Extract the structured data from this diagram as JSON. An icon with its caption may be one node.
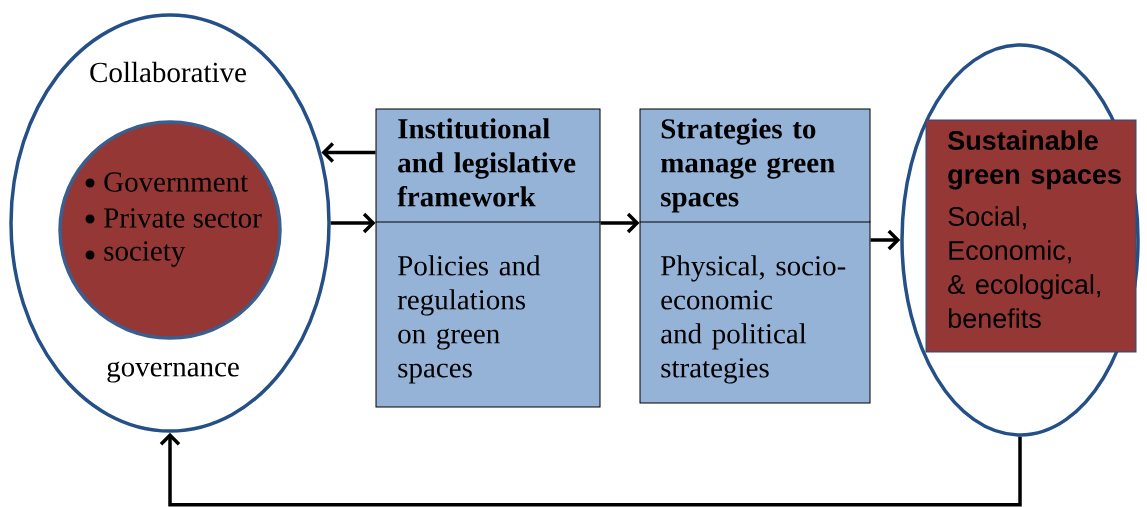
{
  "diagram": {
    "nodes": [
      {
        "text": [
          "Collaborative",
          "governance"
        ]
      },
      {
        "text": [
          "Government",
          "Private sector",
          "society"
        ],
        "in": 0
      },
      {
        "text": [
          "Institutional and legislative framework",
          "Policies and regulations on green spaces"
        ]
      },
      {
        "text": [
          "Strategies to manage green spaces",
          "Physical, socio-economic and political strategies"
        ]
      },
      {
        "text": [],
        "shape": "ellipse"
      },
      {
        "text": [
          "Sustainable green spaces",
          "Social, Economic, & ecological, benefits"
        ],
        "in": 4
      }
    ],
    "edges": [
      {
        "from": 2,
        "to": 0,
        "arrow": "to"
      },
      {
        "from": 0,
        "to": 2,
        "arrow": "to"
      },
      {
        "from": 2,
        "to": 3,
        "arrow": "to"
      },
      {
        "from": 3,
        "to": 4,
        "arrow": "to"
      },
      {
        "from": 4,
        "to": 0,
        "arrow": "to"
      }
    ]
  }
}
